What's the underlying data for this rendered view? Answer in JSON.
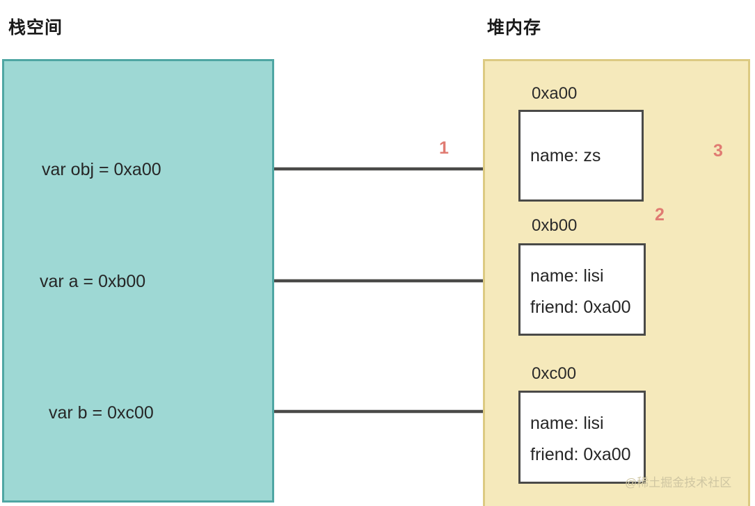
{
  "diagram": {
    "title_stack": "栈空间",
    "title_heap": "堆内存",
    "watermark": "@稀土掘金技术社区",
    "colors": {
      "stack_fill": "#9ed8d4",
      "stack_border": "#4fa6a3",
      "heap_fill": "#f5e9bb",
      "heap_border": "#dcca82",
      "box_fill": "#ffffff",
      "box_border": "#4a4a48",
      "arrow": "#4a4a48",
      "step_number": "#e07b72",
      "text": "#262626",
      "watermark": "#cfc6a2"
    }
  },
  "stack": {
    "variables": [
      {
        "text": "var obj = 0xa00",
        "name": "obj",
        "value": "0xa00"
      },
      {
        "text": "var a = 0xb00",
        "name": "a",
        "value": "0xb00"
      },
      {
        "text": "var b = 0xc00",
        "name": "b",
        "value": "0xc00"
      }
    ]
  },
  "heap": {
    "objects": [
      {
        "address": "0xa00",
        "lines": [
          "name: zs"
        ]
      },
      {
        "address": "0xb00",
        "lines": [
          "name: lisi",
          "friend: 0xa00"
        ]
      },
      {
        "address": "0xc00",
        "lines": [
          "name: lisi",
          "friend: 0xa00"
        ]
      }
    ]
  },
  "arrows": {
    "steps": [
      {
        "label": "1",
        "from": "var obj = 0xa00",
        "to": "0xa00"
      },
      {
        "label": "2",
        "from": "0xb00 friend: 0xa00",
        "to": "0xa00"
      },
      {
        "label": "3",
        "from": "0xc00 friend: 0xa00",
        "to": "0xa00"
      }
    ],
    "straight": [
      {
        "from": "var obj = 0xa00",
        "to": "0xa00"
      },
      {
        "from": "var a = 0xb00",
        "to": "0xb00"
      },
      {
        "from": "var b = 0xc00",
        "to": "0xc00"
      }
    ]
  }
}
